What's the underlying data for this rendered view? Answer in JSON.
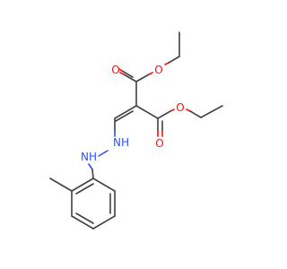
{
  "molecule": {
    "atoms": {
      "o_carbonyl_1": "O",
      "o_ester_1": "O",
      "o_carbonyl_2": "O",
      "o_ester_2": "O",
      "nh_1": "NH",
      "nh_2": "NH"
    },
    "colors": {
      "bond": "#404040",
      "oxygen": "#ff0d0d",
      "nitrogen": "#3050f8",
      "background": "#ffffff"
    }
  }
}
